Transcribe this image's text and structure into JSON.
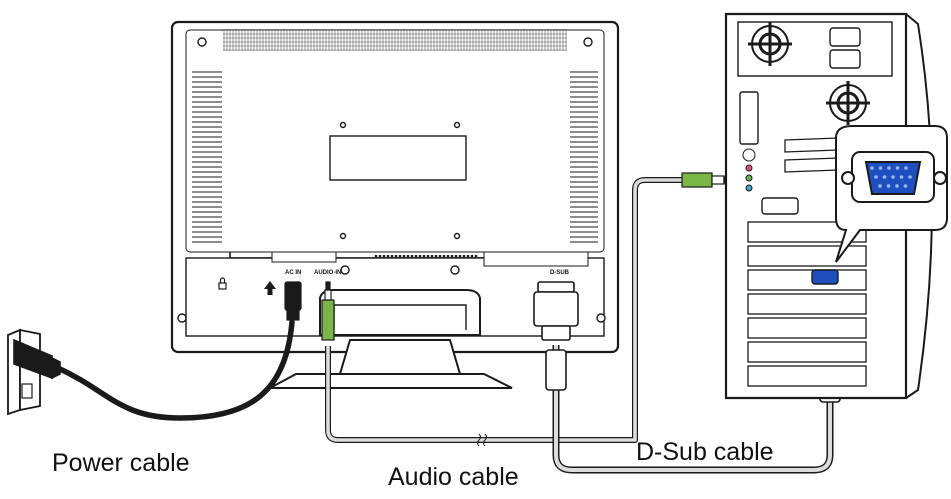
{
  "captions": {
    "power": "Power cable",
    "audio": "Audio cable",
    "dsub": "D-Sub cable"
  },
  "ports": {
    "ac_in": "AC IN",
    "audio_in": "AUDIO-IN",
    "d_sub": "D-SUB"
  },
  "icons": {
    "lock": "lock-icon",
    "power_arrow": "arrow-up-icon"
  },
  "colors": {
    "outline": "#1a1a1a",
    "cable_gray": "#dcdcdc",
    "audio_plug": "#7ab648",
    "vga_port": "#1f4fbf",
    "audio_jack_green": "#5fb04a",
    "audio_jack_pink": "#d94f7a",
    "audio_jack_blue": "#3aa8c8"
  }
}
